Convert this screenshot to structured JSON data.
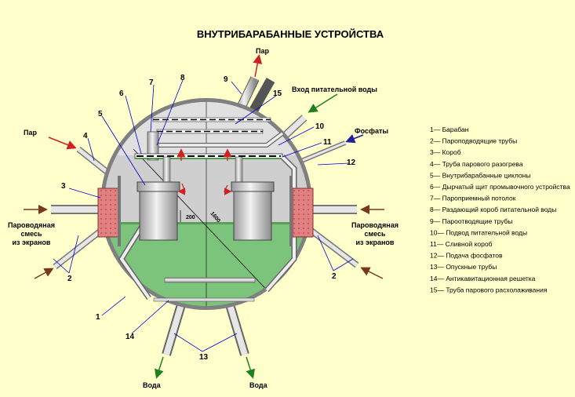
{
  "title": "ВНУТРИБАРАБАННЫЕ УСТРОЙСТВА",
  "labels": {
    "steam_top": "Пар",
    "steam_left": "Пар",
    "feedwater_inlet": "Вход питательной воды",
    "phosphates": "Фосфаты",
    "mixture_left": [
      "Пароводяная",
      "смесь",
      "из экранов"
    ],
    "mixture_right": [
      "Пароводяная",
      "смесь",
      "из экранов"
    ],
    "water_left": "Вода",
    "water_right": "Вода",
    "dim_200": "200",
    "dim_1600": "1600"
  },
  "callouts": {
    "n1": "1",
    "n2a": "2",
    "n2b": "2",
    "n3": "3",
    "n4": "4",
    "n5": "5",
    "n6": "6",
    "n7": "7",
    "n8": "8",
    "n9": "9",
    "n10": "10",
    "n11": "11",
    "n12": "12",
    "n13": "13",
    "n14": "14",
    "n15": "15"
  },
  "legend": [
    "1— Барабан",
    "2— Пароподводящие трубы",
    "3— Короб",
    "4— Труба парового разогрева",
    "5— Внутрибарабанные циклоны",
    "6— Дырчатый щит промывочного устройства",
    "7— Пароприемный потолок",
    "8— Раздающий короб питательной воды",
    "9— Пароотводящие трубы",
    "10— Подвод питательной воды",
    "11— Сливной короб",
    "12— Подача фосфатов",
    "13— Опускные трубы",
    "14— Антикавитационная решетка",
    "15— Труба парового расхолаживания"
  ],
  "colors": {
    "background": "#ffffcc",
    "shell": "#808080",
    "steam_space": "#d0d0d0",
    "water": "#7cc47c",
    "box": "#e08080",
    "steam_arrow": "#d02020",
    "water_arrow": "#208020",
    "phosphate_arrow": "#2020a0",
    "callout_line": "#0000cc"
  }
}
